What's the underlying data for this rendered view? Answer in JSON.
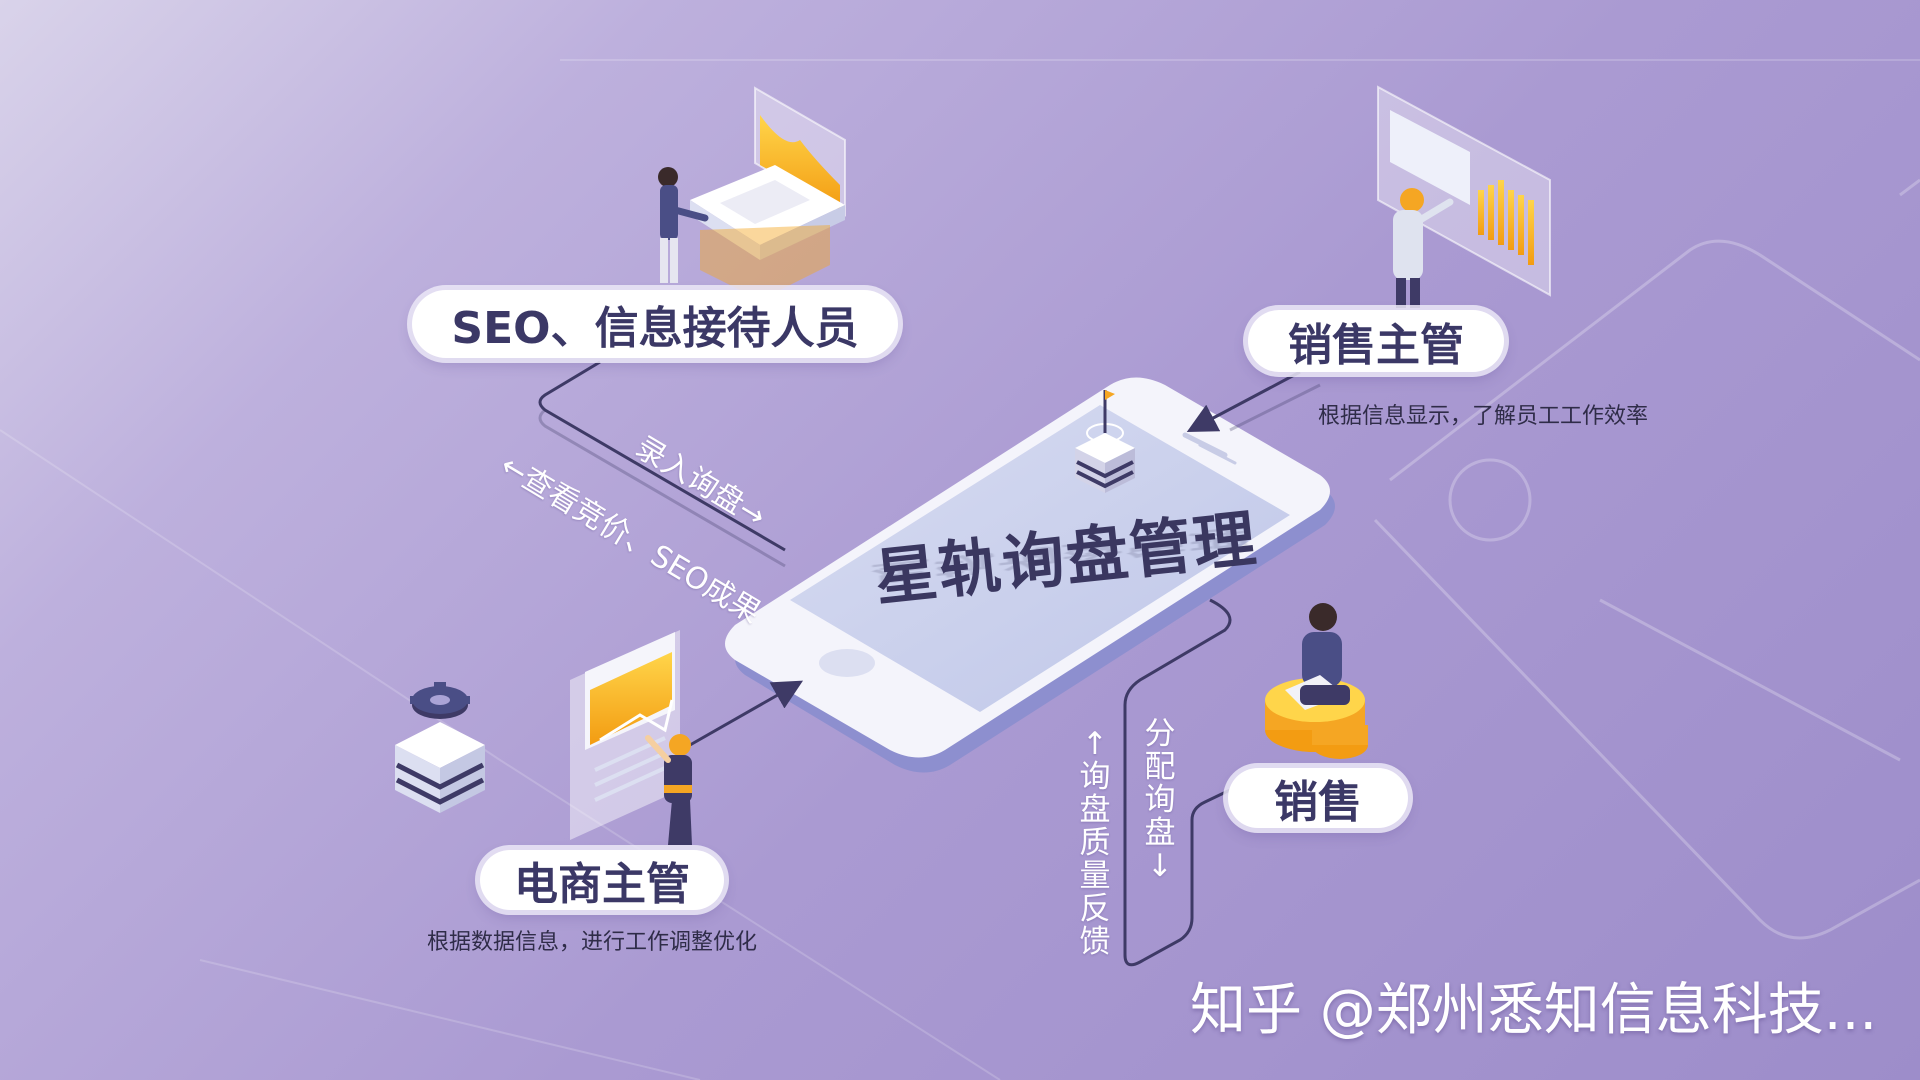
{
  "center": {
    "title": "星轨询盘管理"
  },
  "nodes": {
    "seo": {
      "label": "SEO、信息接待人员"
    },
    "sales_manager": {
      "label": "销售主管",
      "description": "根据信息显示，了解员工工作效率"
    },
    "sales": {
      "label": "销售"
    },
    "ecommerce_manager": {
      "label": "电商主管",
      "description": "根据数据信息，进行工作调整优化"
    }
  },
  "flows": {
    "enter_inquiry": "录入询盘→",
    "view_results": "←查看竞价、SEO成果",
    "assign_inquiry": "分配询盘↓",
    "quality_feedback": "↑询盘质量反馈"
  },
  "watermark": "知乎 @郑州悉知信息科技...",
  "colors": {
    "background_start": "#d9d3ea",
    "background_end": "#9d8dca",
    "label_text": "#3b3866",
    "accent_orange": "#f5a623",
    "line_dark": "#3e3a66"
  }
}
